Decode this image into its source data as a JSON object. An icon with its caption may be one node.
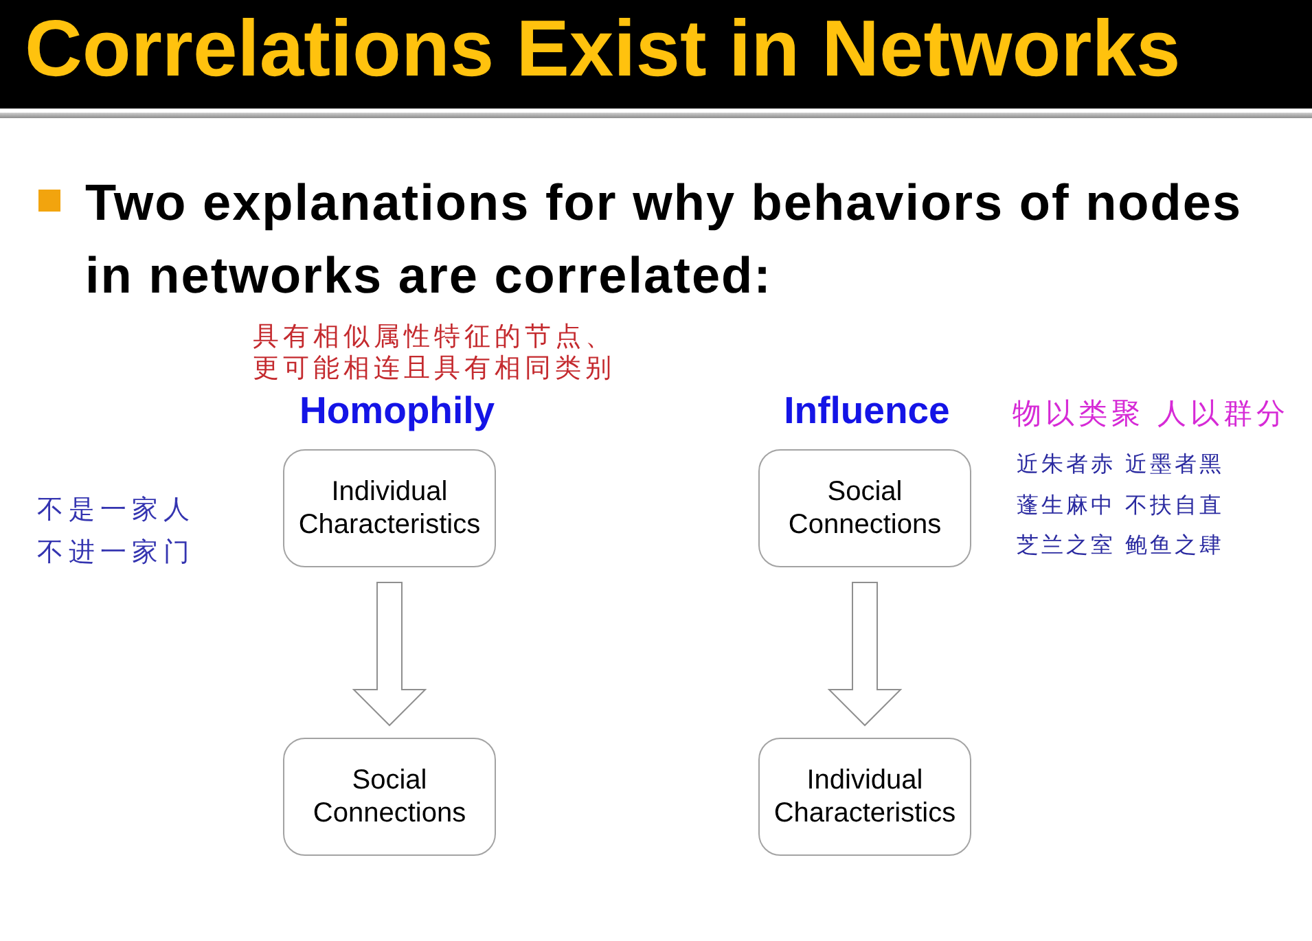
{
  "diagram": {
    "title": "Correlations Exist in Networks",
    "nodes": [
      {
        "text": [
          "Individual Characteristics"
        ]
      },
      {
        "text": [
          "Social Connections"
        ]
      },
      {
        "text": [
          "Social Connections"
        ]
      },
      {
        "text": [
          "Individual Characteristics"
        ]
      }
    ],
    "edges": [
      {
        "from": 0,
        "to": 1,
        "arrow": "to"
      },
      {
        "from": 2,
        "to": 3,
        "arrow": "to"
      }
    ],
    "labels": [
      "Two explanations for why behaviors of nodes in networks are correlated:",
      "具有相似属性特征的节点、更可能相连且具有相同类别",
      "Homophily",
      "Influence",
      "物以类聚 人以群分",
      "不是一家人",
      "不进一家门",
      "近朱者赤 近墨者黑",
      "蓬生麻中 不扶自直",
      "芝兰之室 鲍鱼之肆"
    ]
  }
}
